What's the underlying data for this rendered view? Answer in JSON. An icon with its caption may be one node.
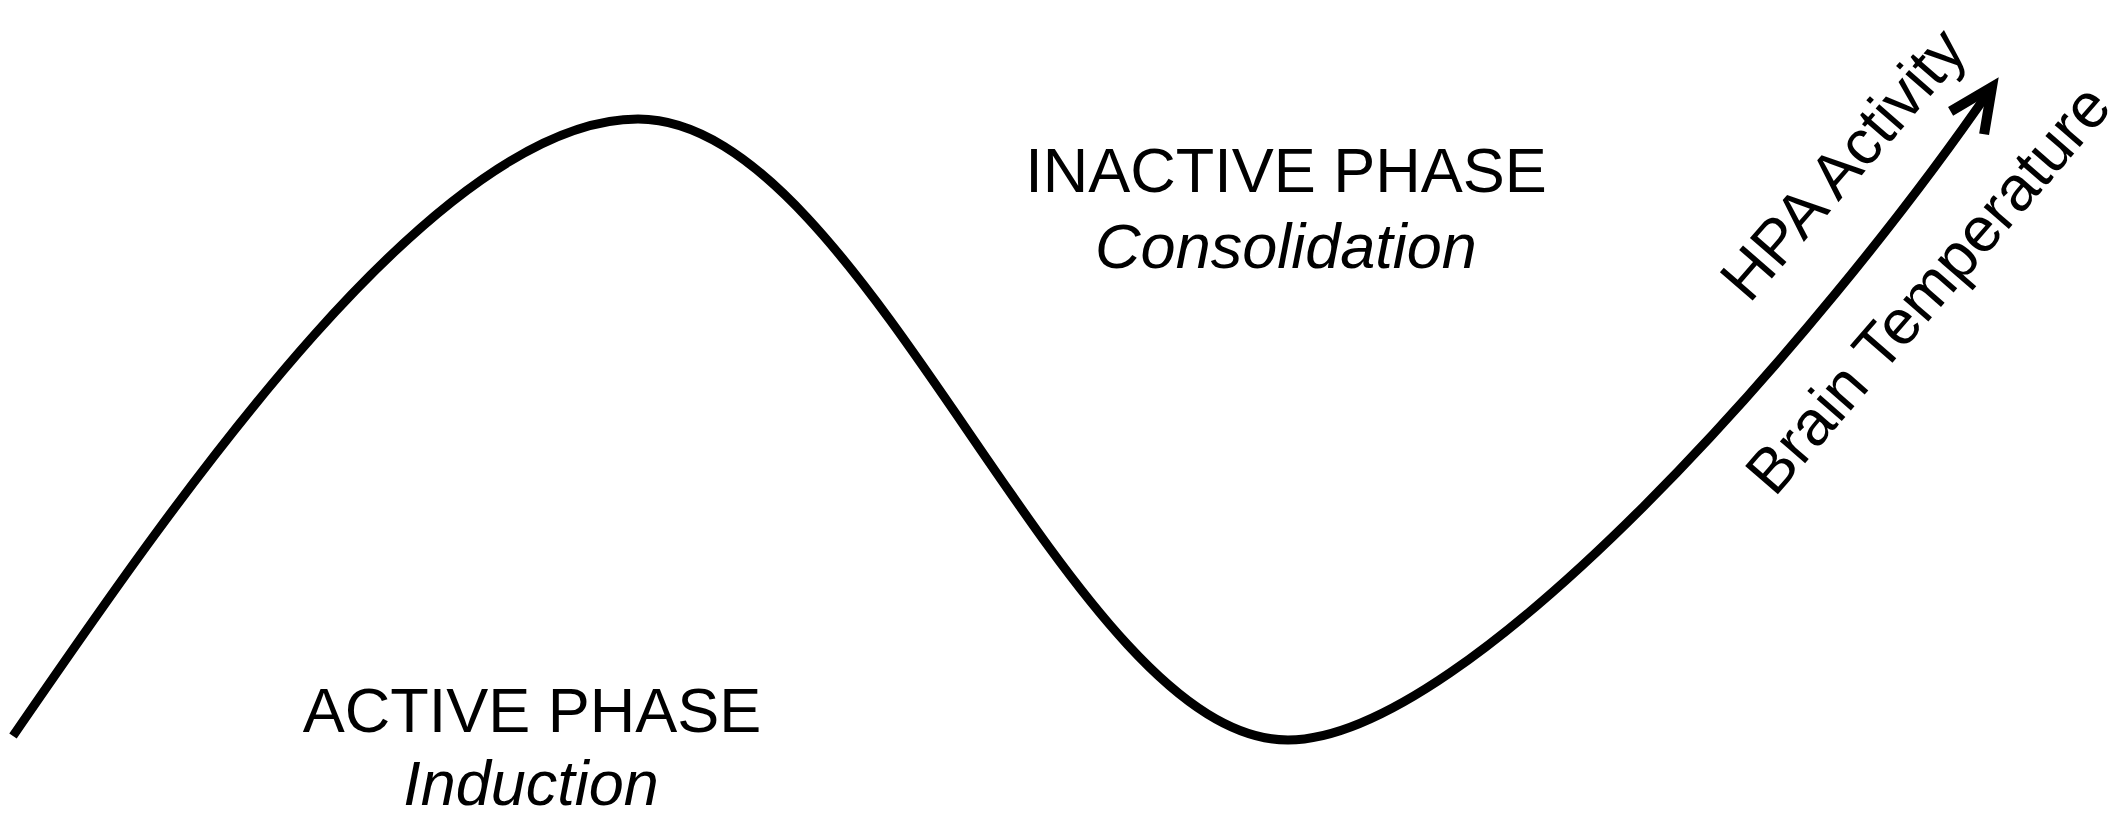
{
  "diagram": {
    "labels": [
      "INACTIVE PHASE",
      "Consolidation",
      "HPA Activity",
      "Brain Temperature",
      "ACTIVE PHASE",
      "Induction"
    ]
  }
}
